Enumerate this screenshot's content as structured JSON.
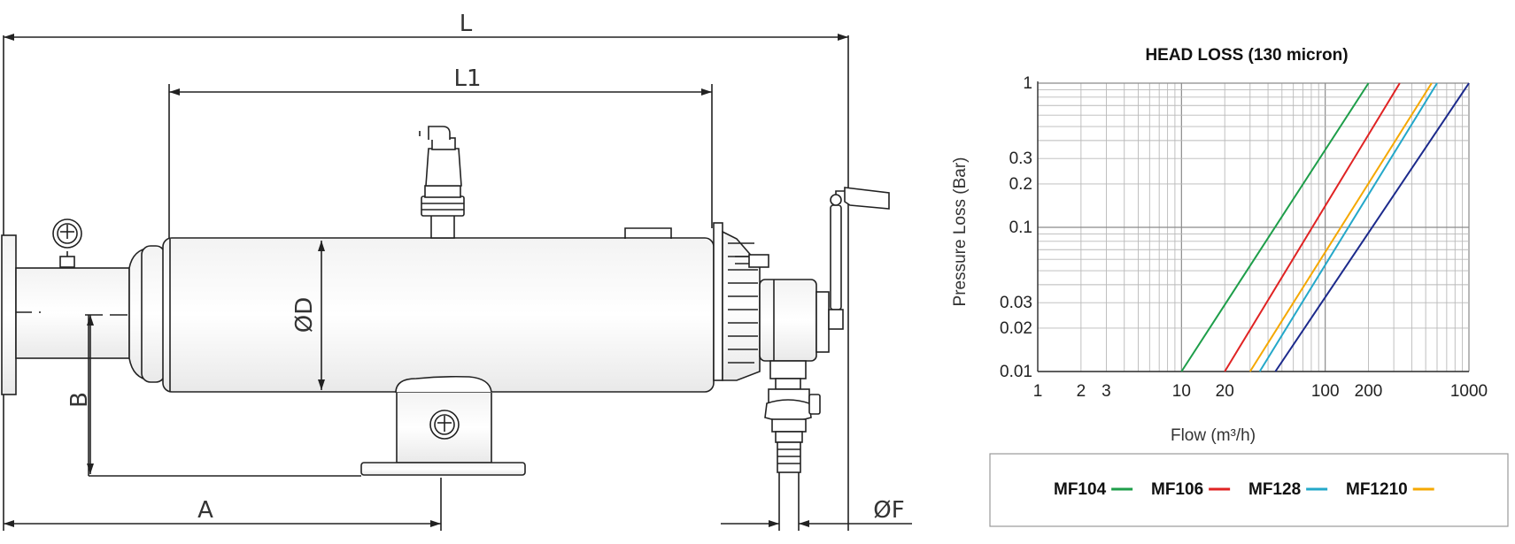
{
  "drawing": {
    "dimensions": {
      "L": "L",
      "L1": "L1",
      "D": "ØD",
      "A": "A",
      "B": "B",
      "F": "ØF"
    }
  },
  "chart_data": {
    "type": "line",
    "title": "HEAD LOSS (130 micron)",
    "xlabel": "Flow (m³/h)",
    "ylabel": "Pressure Loss (Bar)",
    "xscale": "log",
    "yscale": "log",
    "xlim": [
      1,
      1000
    ],
    "ylim": [
      0.01,
      1
    ],
    "grid": true,
    "x_ticks": [
      1,
      2,
      3,
      10,
      20,
      100,
      200,
      1000
    ],
    "x_tick_labels": [
      "1",
      "2",
      "3",
      "10",
      "20",
      "100",
      "200",
      "1000"
    ],
    "y_ticks": [
      0.01,
      0.02,
      0.03,
      0.1,
      0.2,
      0.3,
      1
    ],
    "y_tick_labels": [
      "0.01",
      "0.02",
      "0.03",
      "0.1",
      "0.2",
      "0.3",
      "1"
    ],
    "legend_position": "bottom",
    "series": [
      {
        "name": "MF104",
        "color": "#1e9e4a",
        "points": [
          [
            10,
            0.01
          ],
          [
            200,
            1
          ]
        ]
      },
      {
        "name": "MF106",
        "color": "#e02323",
        "points": [
          [
            20,
            0.01
          ],
          [
            330,
            1
          ]
        ]
      },
      {
        "name": "MF128",
        "color": "#24a8c9",
        "points": [
          [
            35,
            0.01
          ],
          [
            600,
            1
          ]
        ]
      },
      {
        "name": "MF1210",
        "color": "#f5a800",
        "points": [
          [
            30,
            0.01
          ],
          [
            550,
            1
          ]
        ]
      },
      {
        "color": "#1c2a8c",
        "points": [
          [
            45,
            0.01
          ],
          [
            1000,
            1
          ]
        ]
      }
    ],
    "legend": [
      {
        "name": "MF104",
        "color": "#1e9e4a"
      },
      {
        "name": "MF106",
        "color": "#e02323"
      },
      {
        "name": "MF128",
        "color": "#24a8c9"
      },
      {
        "name": "MF1210",
        "color": "#f5a800"
      }
    ]
  }
}
